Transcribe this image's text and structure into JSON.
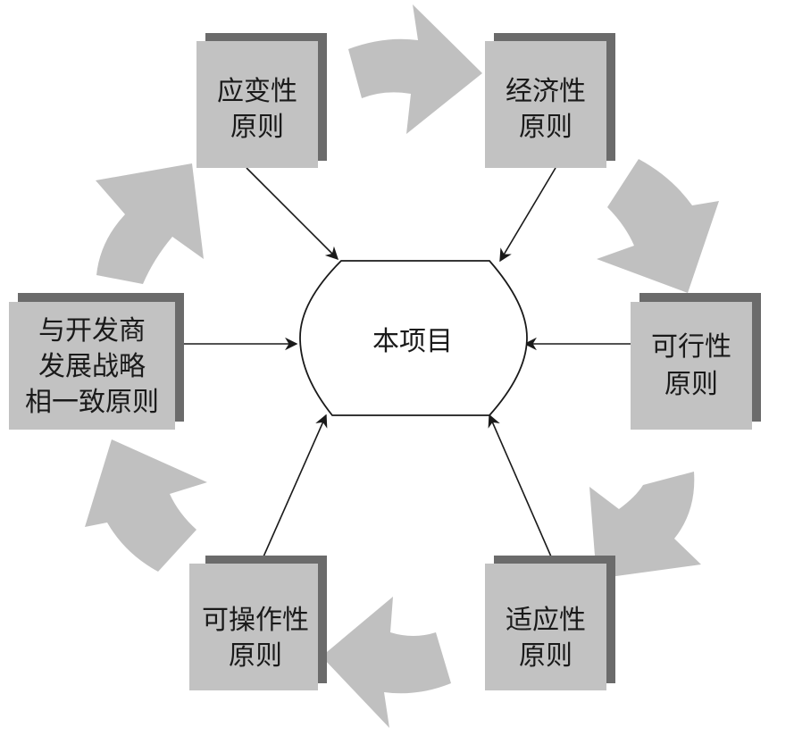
{
  "center": {
    "label": "本项目"
  },
  "principles": [
    {
      "id": "adaptability",
      "lines": [
        "应变性",
        "原则"
      ]
    },
    {
      "id": "economy",
      "lines": [
        "经济性",
        "原则"
      ]
    },
    {
      "id": "feasibility",
      "lines": [
        "可行性",
        "原则"
      ]
    },
    {
      "id": "suitability",
      "lines": [
        "适应性",
        "原则"
      ]
    },
    {
      "id": "operability",
      "lines": [
        "可操作性",
        "原则"
      ]
    },
    {
      "id": "strategy",
      "lines": [
        "与开发商",
        "发展战略",
        "相一致原则"
      ]
    }
  ],
  "colors": {
    "box_fill": "#c2c2c2",
    "box_shadow": "#6b6b6b",
    "cycle_arrow": "#c0c0c0",
    "connector": "#1a1a1a",
    "center_fill": "#ffffff"
  }
}
